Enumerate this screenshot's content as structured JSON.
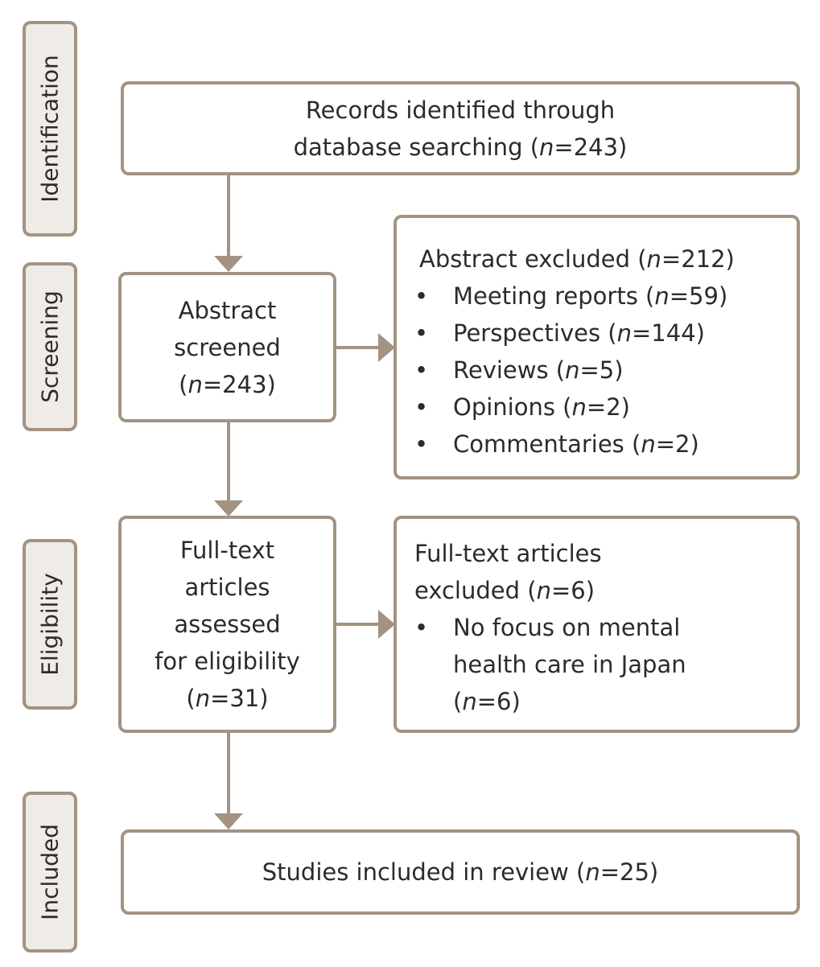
{
  "phases": {
    "identification": "Identification",
    "screening": "Screening",
    "eligibility": "Eligibility",
    "included": "Included"
  },
  "records_identified": {
    "line1": "Records identified through",
    "line2_prefix": "database searching (",
    "n_symbol": "n",
    "line2_suffix": "=243)"
  },
  "abstract_screened": {
    "line1": "Abstract",
    "line2": "screened",
    "line3_prefix": "(",
    "n_symbol": "n",
    "line3_suffix": "=243)"
  },
  "abstract_excluded": {
    "heading_prefix": "Abstract excluded (",
    "n_symbol": "n",
    "heading_suffix": "=212)",
    "bullet": "•",
    "items": [
      {
        "label": "Meeting reports (",
        "n_symbol": "n",
        "value": "=59)"
      },
      {
        "label": "Perspectives (",
        "n_symbol": "n",
        "value": "=144)"
      },
      {
        "label": "Reviews (",
        "n_symbol": "n",
        "value": "=5)"
      },
      {
        "label": "Opinions (",
        "n_symbol": "n",
        "value": "=2)"
      },
      {
        "label": "Commentaries (",
        "n_symbol": "n",
        "value": "=2)"
      }
    ]
  },
  "fulltext_assessed": {
    "line1": "Full-text",
    "line2": "articles",
    "line3": "assessed",
    "line4": "for eligibility",
    "line5_prefix": "(",
    "n_symbol": "n",
    "line5_suffix": "=31)"
  },
  "fulltext_excluded": {
    "line1": "Full-text articles",
    "line2_prefix": "excluded (",
    "n_symbol": "n",
    "line2_suffix": "=6)",
    "bullet": "•",
    "item_line1": "No focus on mental",
    "item_line2": "health care in Japan",
    "item_line3_prefix": "(",
    "item_n_symbol": "n",
    "item_line3_suffix": "=6)"
  },
  "studies_included": {
    "prefix": "Studies included in review (",
    "n_symbol": "n",
    "suffix": "=25)"
  },
  "colors": {
    "line": "#a39382",
    "phase_fill": "#efebe7",
    "text": "#2b2b2b"
  }
}
